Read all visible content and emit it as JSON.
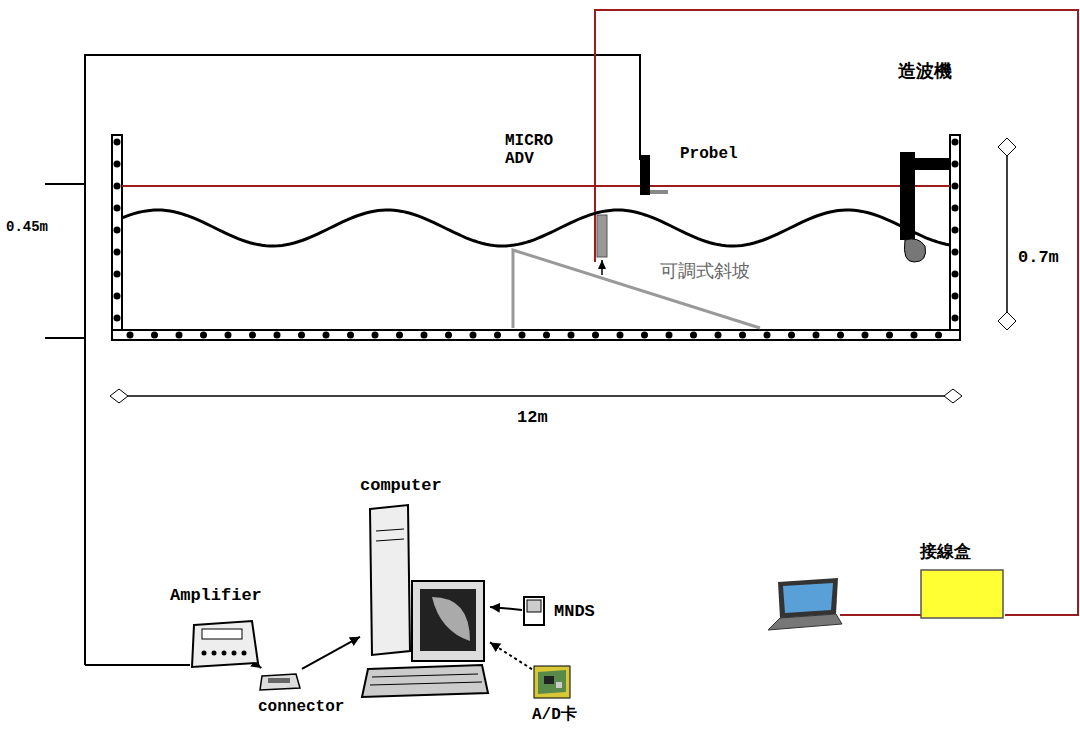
{
  "diagram": {
    "nodes": [
      {
        "text": [
          "Amplifier"
        ]
      },
      {
        "text": [
          "connector"
        ]
      },
      {
        "text": [
          "computer"
        ]
      },
      {
        "text": [
          "MNDS"
        ]
      },
      {
        "text": [
          "A/D卡"
        ]
      },
      {
        "text": [
          "接線盒"
        ]
      }
    ],
    "edges": [
      {
        "from": 0,
        "to": 1,
        "arrow": "to"
      },
      {
        "from": 1,
        "to": 2,
        "arrow": "to"
      },
      {
        "from": 3,
        "to": 2,
        "arrow": "to"
      },
      {
        "from": 4,
        "to": 2,
        "arrow": "to"
      }
    ],
    "labels": [
      "MICRO ADV",
      "Probel",
      "造波機",
      "可調式斜坡",
      "0.45m",
      "0.7m",
      "12m"
    ]
  }
}
